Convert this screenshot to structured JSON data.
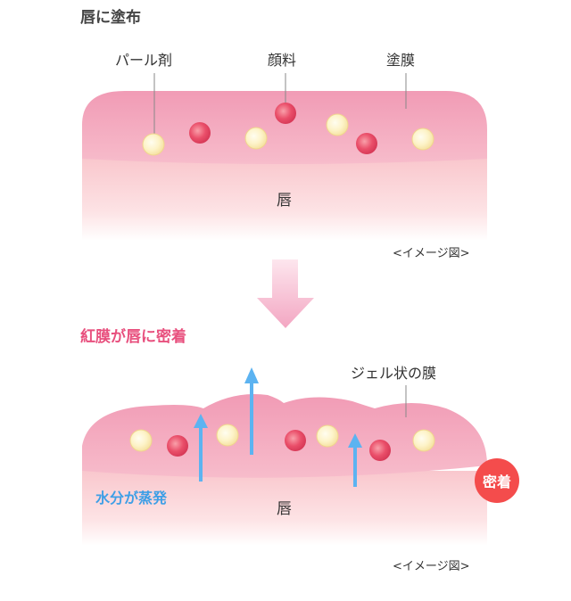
{
  "top": {
    "title": "唇に塗布",
    "labels": {
      "pearl": "パール剤",
      "pigment": "顔料",
      "film": "塗膜"
    },
    "lip": "唇",
    "caption": "<イメージ図>"
  },
  "bottom": {
    "title": "紅膜が唇に密着",
    "film_label": "ジェル状の膜",
    "evaporation": "水分が蒸発",
    "lip": "唇",
    "adhesion_badge": "密着",
    "caption": "<イメージ図>"
  },
  "colors": {
    "film_pink": "#f2a3bb",
    "lip_pink": "#fbd3d6",
    "title_pink": "#e8507e",
    "evap_blue": "#3e9fe6",
    "badge_red": "#f44c4c",
    "pearl": "#fdf3c8",
    "pigment": "#ea4f6a"
  }
}
